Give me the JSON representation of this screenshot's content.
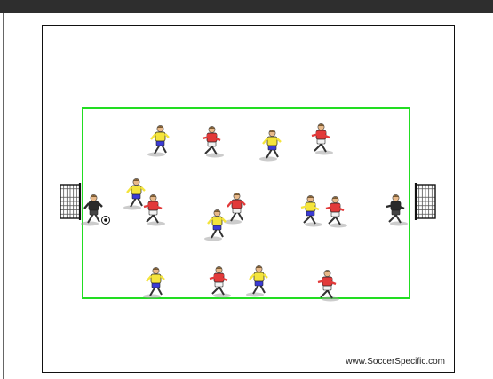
{
  "diagram": {
    "watermark": "www.SoccerSpecific.com",
    "colors": {
      "field_line": "#22dd22",
      "team_yellow_shirt": "#f4e43c",
      "team_yellow_shorts": "#3b3bd6",
      "team_red_shirt": "#e23a3a",
      "team_red_shorts": "#f2f2f2",
      "goalkeeper_shirt": "#2a2a2a",
      "skin": "#e8b98a",
      "hair": "#7a5a32"
    },
    "players": [
      {
        "team": "yellow",
        "pose": "run",
        "ball": false
      },
      {
        "team": "red",
        "pose": "run",
        "ball": false
      },
      {
        "team": "yellow",
        "pose": "run",
        "ball": false
      },
      {
        "team": "red",
        "pose": "run",
        "ball": false
      },
      {
        "team": "yellow",
        "pose": "run",
        "ball": false
      },
      {
        "team": "red",
        "pose": "run",
        "ball": false
      },
      {
        "team": "red",
        "pose": "run",
        "ball": false
      },
      {
        "team": "yellow",
        "pose": "run",
        "ball": false
      },
      {
        "team": "yellow",
        "pose": "run",
        "ball": false
      },
      {
        "team": "red",
        "pose": "run",
        "ball": false
      },
      {
        "team": "yellow",
        "pose": "run",
        "ball": false
      },
      {
        "team": "red",
        "pose": "run",
        "ball": false
      },
      {
        "team": "yellow",
        "pose": "run",
        "ball": false
      },
      {
        "team": "red",
        "pose": "run",
        "ball": false
      },
      {
        "team": "keeper",
        "pose": "crouch",
        "ball": true
      },
      {
        "team": "keeper",
        "pose": "crouch",
        "ball": false
      }
    ],
    "goals": [
      "left",
      "right"
    ]
  }
}
